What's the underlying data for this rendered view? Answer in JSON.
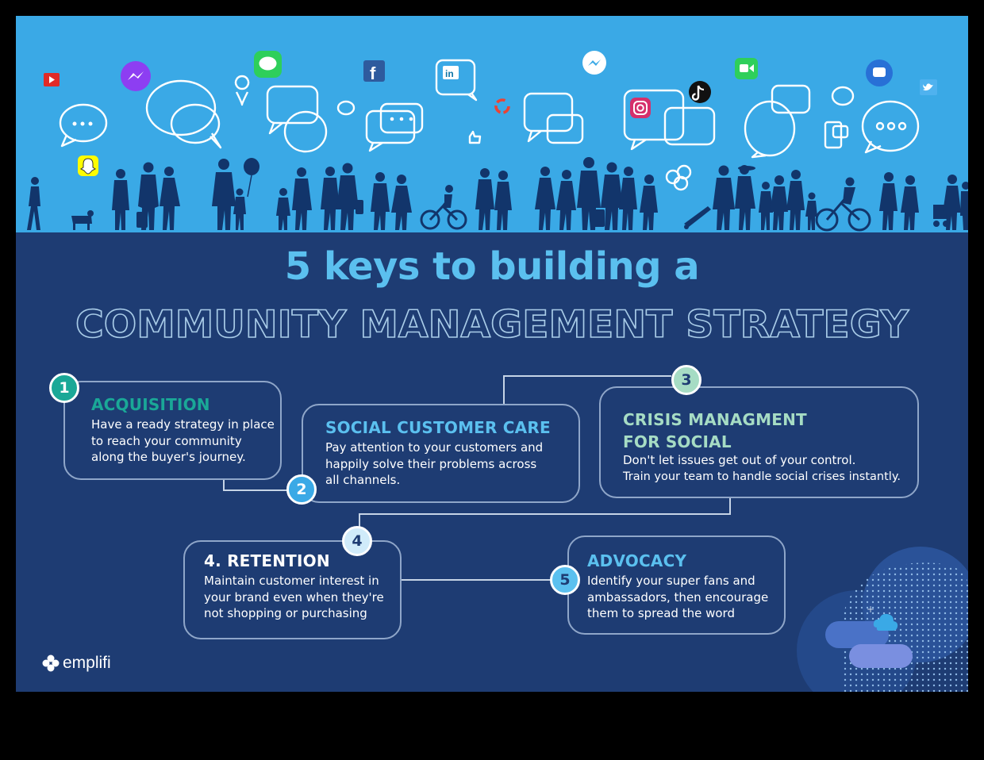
{
  "title": {
    "line1": "5 keys to building a",
    "line2": "COMMUNITY MANAGEMENT STRATEGY"
  },
  "steps": [
    {
      "number": "1",
      "title": "ACQUISITION",
      "body": [
        "Have a ready strategy in place",
        "to reach your community",
        "along the buyer's journey."
      ]
    },
    {
      "number": "2",
      "title": "SOCIAL CUSTOMER CARE",
      "body": [
        "Pay attention to your customers and",
        "happily solve their problems across",
        "all channels."
      ]
    },
    {
      "number": "3",
      "title_lines": [
        "CRISIS MANAGMENT",
        "FOR SOCIAL"
      ],
      "body": [
        "Don't let issues get out of your control.",
        "Train your team to handle social crises instantly."
      ]
    },
    {
      "number": "4",
      "title": "4. RETENTION",
      "body": [
        "Maintain customer interest in",
        "your brand even when they're",
        "not shopping or purchasing"
      ]
    },
    {
      "number": "5",
      "title": "ADVOCACY",
      "body": [
        "Identify your super fans and",
        "ambassadors, then encourage",
        "them to spread the word"
      ]
    }
  ],
  "logo": {
    "text": "emplifi"
  },
  "colors": {
    "sky": "#3aa9e6",
    "panel": "#1e3c73",
    "title_blue": "#5bc0ef",
    "teal": "#1aa897",
    "mint": "#a6dcc4",
    "card_border": "#8fa6c9"
  },
  "icons": [
    "youtube-icon",
    "messenger-icon",
    "message-icon",
    "facebook-icon",
    "linkedin-icon",
    "google-icon",
    "facetime-icon",
    "instagram-icon",
    "tiktok-icon",
    "twitter-icon",
    "snapchat-icon",
    "location-pin-icon",
    "thumbs-up-icon",
    "chat-bubble-icon"
  ]
}
